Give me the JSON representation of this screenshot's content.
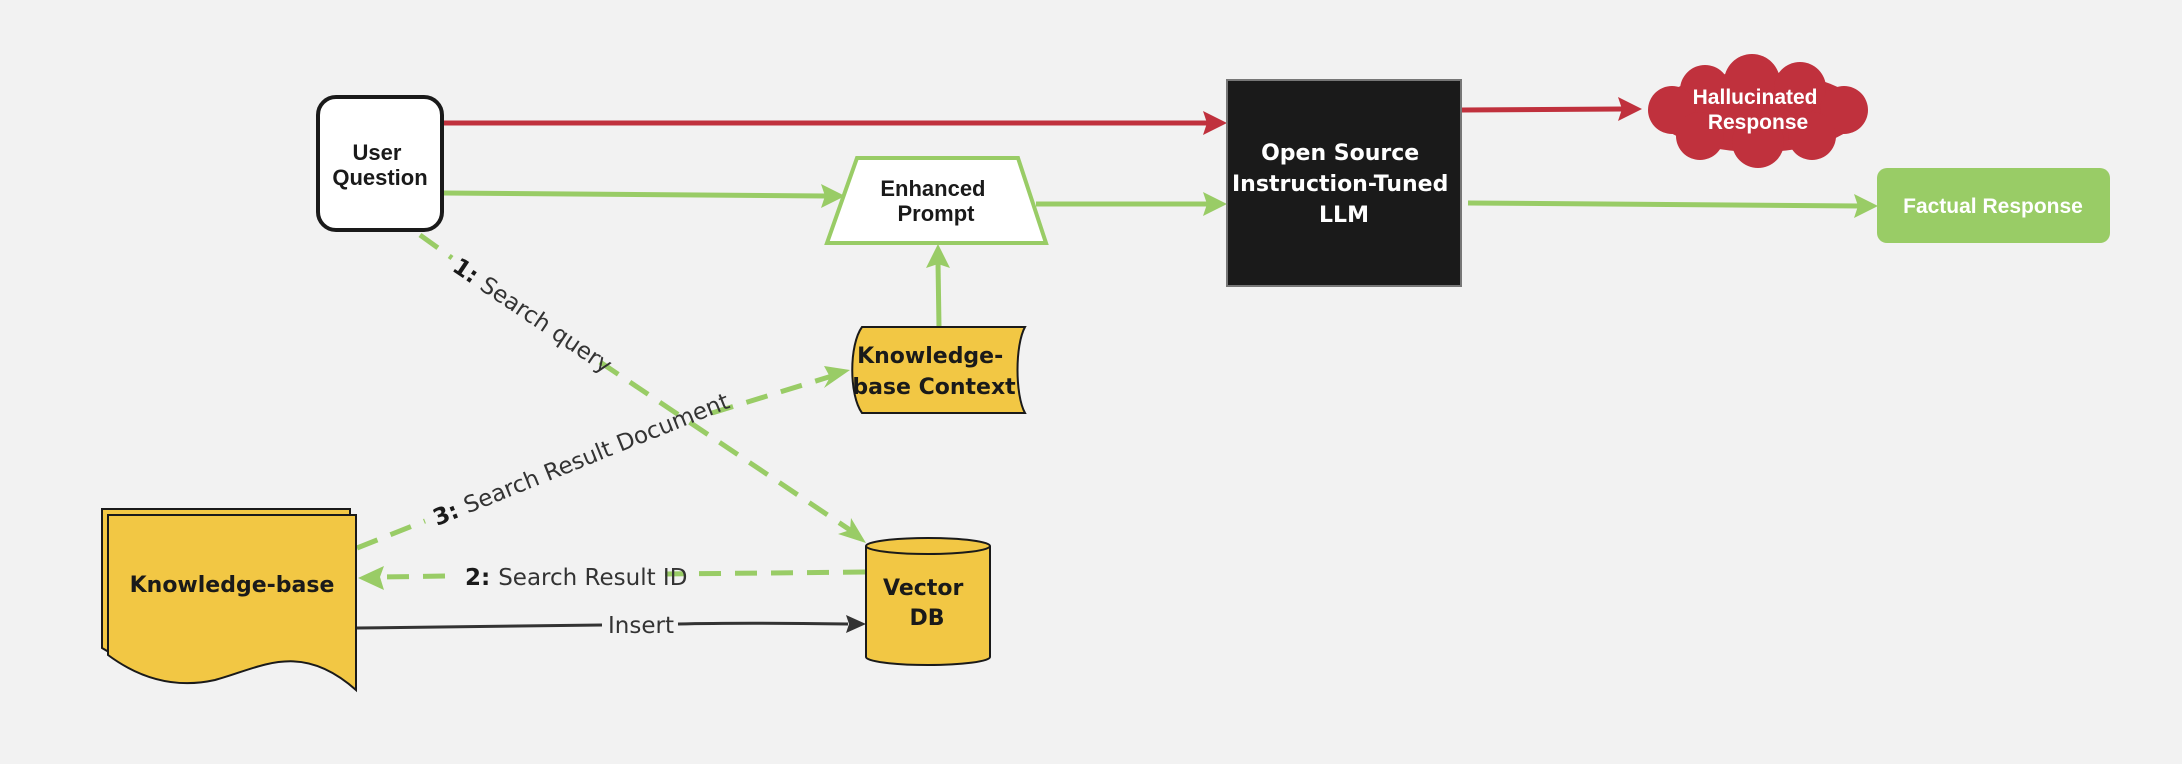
{
  "colors": {
    "background": "#f2f2f2",
    "green": "#99cc66",
    "red": "#c0313d",
    "yellow": "#f2c744",
    "llm_box": "#1a1a1a",
    "dark_line": "#333333"
  },
  "nodes": {
    "user_question": [
      "User",
      "Question"
    ],
    "enhanced_prompt": [
      "Enhanced",
      "Prompt"
    ],
    "llm": [
      "Open Source",
      "Instruction-Tuned",
      "LLM"
    ],
    "hallucinated_response": [
      "Hallucinated",
      "Response"
    ],
    "factual_response": "Factual Response",
    "kb_context": [
      "Knowledge-",
      "base Context"
    ],
    "knowledge_base": "Knowledge-base",
    "vector_db": [
      "Vector",
      "DB"
    ]
  },
  "edges": {
    "search_query": {
      "num": "1:",
      "text": "Search query"
    },
    "search_result_id": {
      "num": "2:",
      "text": "Search Result ID"
    },
    "search_result_document": {
      "num": "3:",
      "text": "Search Result Document"
    },
    "insert": "Insert"
  }
}
